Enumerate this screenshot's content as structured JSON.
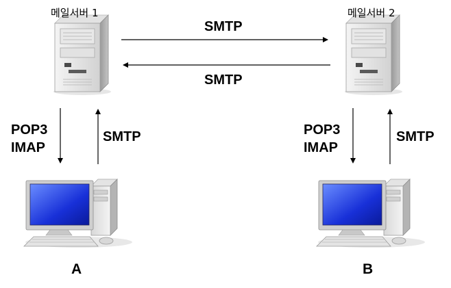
{
  "servers": [
    {
      "label": "메일서버 1"
    },
    {
      "label": "메일서버 2"
    }
  ],
  "server_links": [
    {
      "label": "SMTP",
      "direction": "server1-to-server2"
    },
    {
      "label": "SMTP",
      "direction": "server2-to-server1"
    }
  ],
  "client_links": [
    {
      "client": "A",
      "download_lines": [
        "POP3",
        "IMAP"
      ],
      "upload_label": "SMTP"
    },
    {
      "client": "B",
      "download_lines": [
        "POP3",
        "IMAP"
      ],
      "upload_label": "SMTP"
    }
  ],
  "clients": [
    {
      "label": "A"
    },
    {
      "label": "B"
    }
  ],
  "icons": [
    "server-tower-icon",
    "desktop-computer-icon"
  ]
}
